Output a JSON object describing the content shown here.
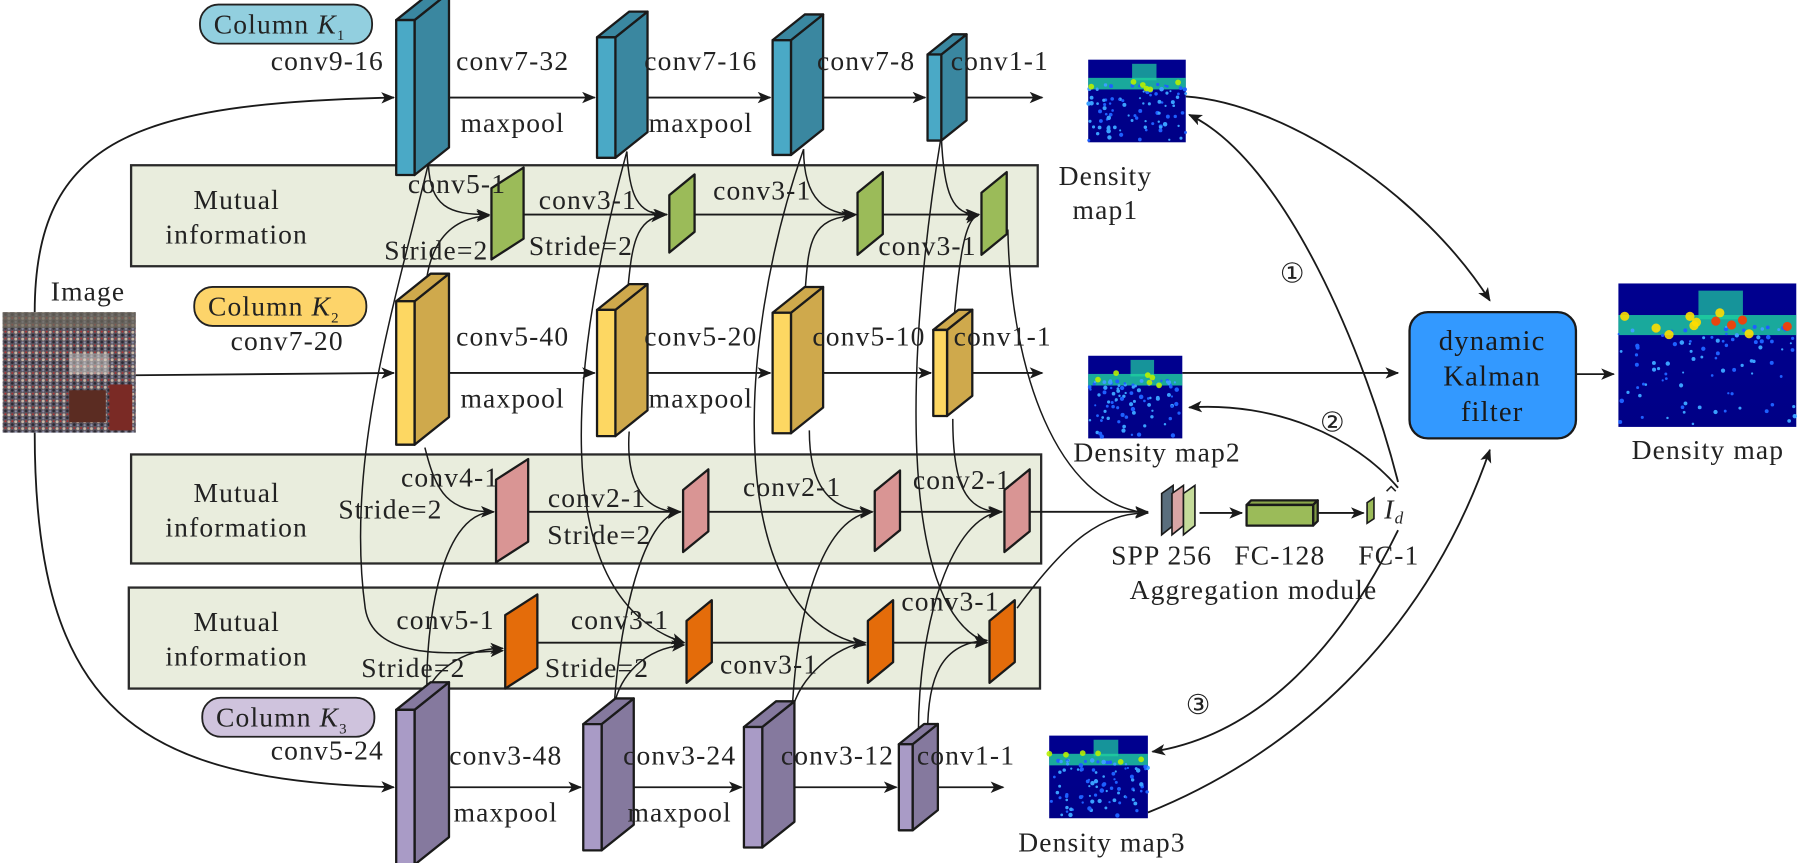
{
  "title": "Multi-column crowd counting network with mutual information and dynamic Kalman filter",
  "input": {
    "label": "Image"
  },
  "columns": [
    {
      "id": "K1",
      "label": "Column ",
      "var": "K",
      "sub": "1",
      "color_front": "#4aa9c6",
      "color_side": "#3a87a0",
      "pill_color": "#92cfdf",
      "layers": [
        "conv9-16",
        "conv7-32",
        "conv7-16",
        "conv7-8",
        "conv1-1"
      ],
      "pool_labels": [
        "maxpool",
        "maxpool"
      ],
      "output": "Density map1",
      "output_lines": [
        "Density",
        "map1"
      ]
    },
    {
      "id": "K2",
      "label": "Column ",
      "var": "K",
      "sub": "2",
      "color_front": "#fdd762",
      "color_side": "#cfa94c",
      "pill_color": "#fdd46a",
      "layers": [
        "conv7-20",
        "conv5-40",
        "conv5-20",
        "conv5-10",
        "conv1-1"
      ],
      "pool_labels": [
        "maxpool",
        "maxpool"
      ],
      "output": "Density map2",
      "output_lines": [
        "Density map2"
      ]
    },
    {
      "id": "K3",
      "label": "Column ",
      "var": "K",
      "sub": "3",
      "color_front": "#a99bc6",
      "color_side": "#85799e",
      "pill_color": "#cfc3dd",
      "layers": [
        "conv5-24",
        "conv3-48",
        "conv3-24",
        "conv3-12",
        "conv1-1"
      ],
      "pool_labels": [
        "maxpool",
        "maxpool"
      ],
      "output": "Density map3",
      "output_lines": [
        "Density map3"
      ]
    }
  ],
  "mutual_info": [
    {
      "label_lines": [
        "Mutual",
        "information"
      ],
      "color": "#9bbb59",
      "layer_labels": [
        "conv5-1",
        "conv3-1",
        "conv3-1",
        "conv3-1"
      ],
      "stride_labels": [
        "Stride=2",
        "Stride=2"
      ]
    },
    {
      "label_lines": [
        "Mutual",
        "information"
      ],
      "color": "#d99594",
      "layer_labels": [
        "conv4-1",
        "conv2-1",
        "conv2-1",
        "conv2-1"
      ],
      "stride_labels": [
        "Stride=2",
        "Stride=2"
      ]
    },
    {
      "label_lines": [
        "Mutual",
        "information"
      ],
      "color": "#e46c0a",
      "layer_labels": [
        "conv5-1",
        "conv3-1",
        "conv3-1",
        "conv3-1"
      ],
      "stride_labels": [
        "Stride=2",
        "Stride=2"
      ]
    }
  ],
  "aggregation": {
    "title": "Aggregation module",
    "spp_label": "SPP 256",
    "fc1_label": "FC-128",
    "fc2_label": "FC-1",
    "output_symbol": "I",
    "output_sub": "d",
    "block_color": "#9bbb59"
  },
  "feedback_markers": [
    "①",
    "②",
    "③"
  ],
  "kalman": {
    "lines": [
      "dynamic",
      "Kalman",
      "filter"
    ],
    "color": "#3399ff"
  },
  "final_output": {
    "label": "Density map"
  }
}
